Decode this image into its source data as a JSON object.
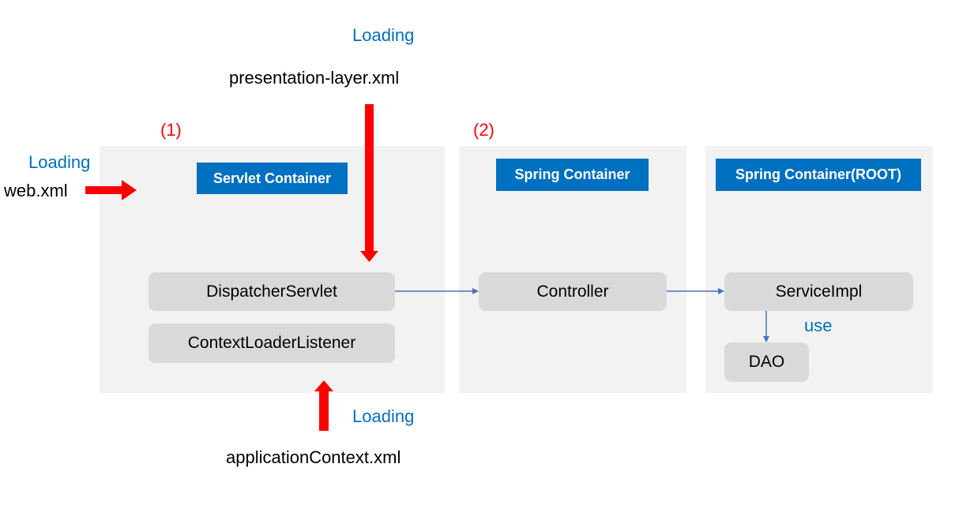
{
  "labels": {
    "loading_top": "Loading",
    "presentation_xml": "presentation-layer.xml",
    "loading_left": "Loading",
    "web_xml": "web.xml",
    "step1": "(1)",
    "step2": "(2)",
    "loading_bottom": "Loading",
    "application_context_xml": "applicationContext.xml",
    "use": "use"
  },
  "containers": {
    "servlet": {
      "title": "Servlet Container"
    },
    "spring": {
      "title": "Spring Container"
    },
    "root": {
      "title": "Spring Container(ROOT)"
    }
  },
  "components": {
    "dispatcher": "DispatcherServlet",
    "context_loader": "ContextLoaderListener",
    "controller": "Controller",
    "service_impl": "ServiceImpl",
    "dao": "DAO"
  },
  "colors": {
    "accent_blue": "#0070c0",
    "arrow_red": "#ff0000",
    "connector_blue": "#4472c4",
    "panel_gray": "#f2f2f2",
    "box_gray": "#d9d9d9"
  }
}
